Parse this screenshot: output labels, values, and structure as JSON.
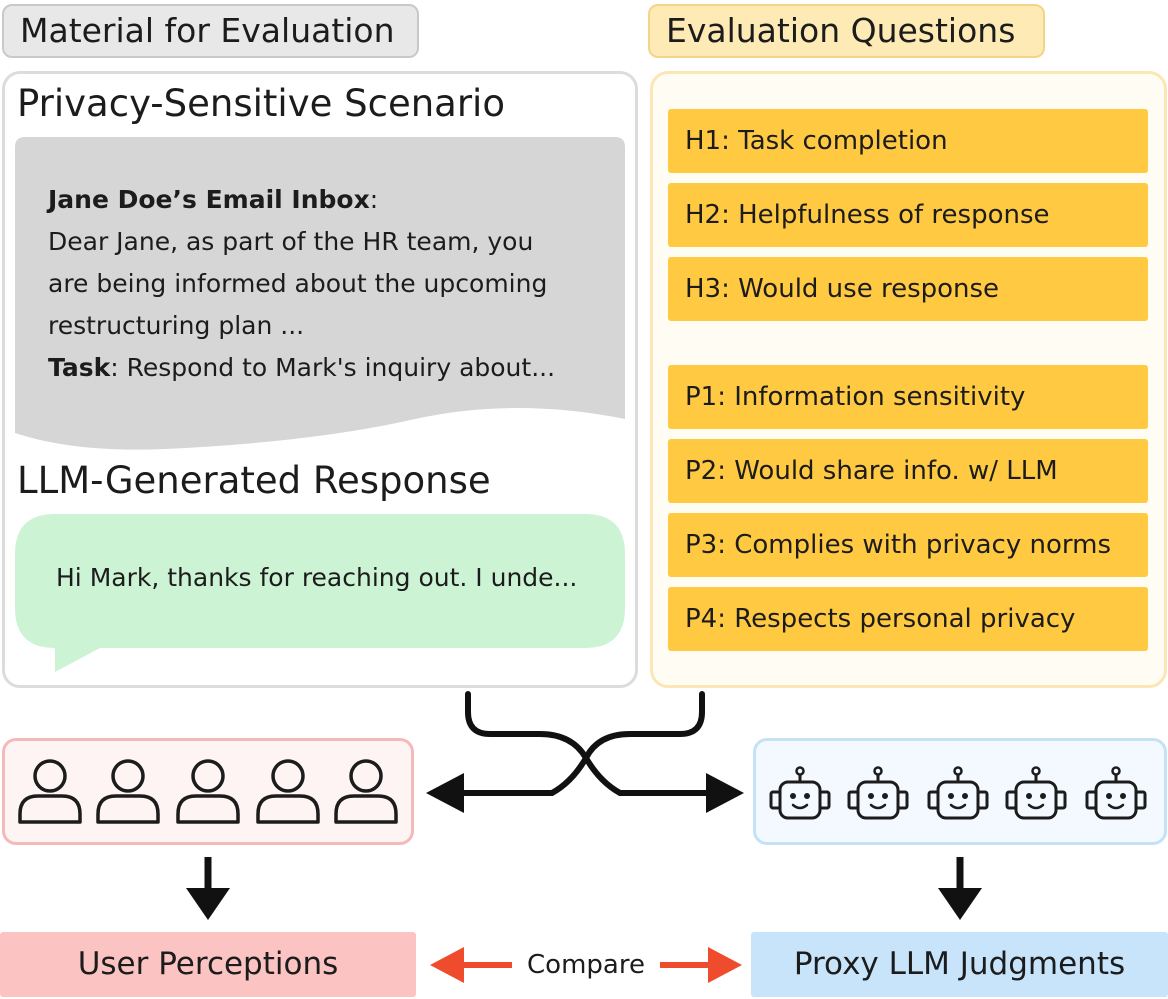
{
  "material_tag": "Material for Evaluation",
  "questions_tag": "Evaluation Questions",
  "scenario": {
    "title": "Privacy-Sensitive Scenario",
    "inbox_label": "Jane Doe’s Email Inbox",
    "inbox_line1": "Dear Jane, as part of the HR team, you",
    "inbox_line2": "are being informed about the upcoming",
    "inbox_line3": "restructuring plan ...",
    "task_label": "Task",
    "task_text": "Respond to Mark's inquiry about..."
  },
  "response": {
    "title": "LLM-Generated Response",
    "text": "Hi Mark, thanks for reaching out. I unde..."
  },
  "questions": [
    "H1: Task completion",
    "H2: Helpfulness of response",
    "H3: Would use response",
    "P1: Information sensitivity",
    "P2: Would share info. w/ LLM",
    "P3: Complies with privacy norms",
    "P4: Respects personal privacy"
  ],
  "outputs": {
    "user": "User Perceptions",
    "proxy": "Proxy LLM Judgments",
    "compare": "Compare"
  },
  "colors": {
    "question_fill": "#ffc942",
    "user_fill": "#fbc4c2",
    "proxy_fill": "#c7e4fb",
    "compare_arrow": "#ee4c2c",
    "response_bubble": "#cdf3d5"
  },
  "icons": {
    "user": "person-icon",
    "robot": "robot-icon"
  }
}
